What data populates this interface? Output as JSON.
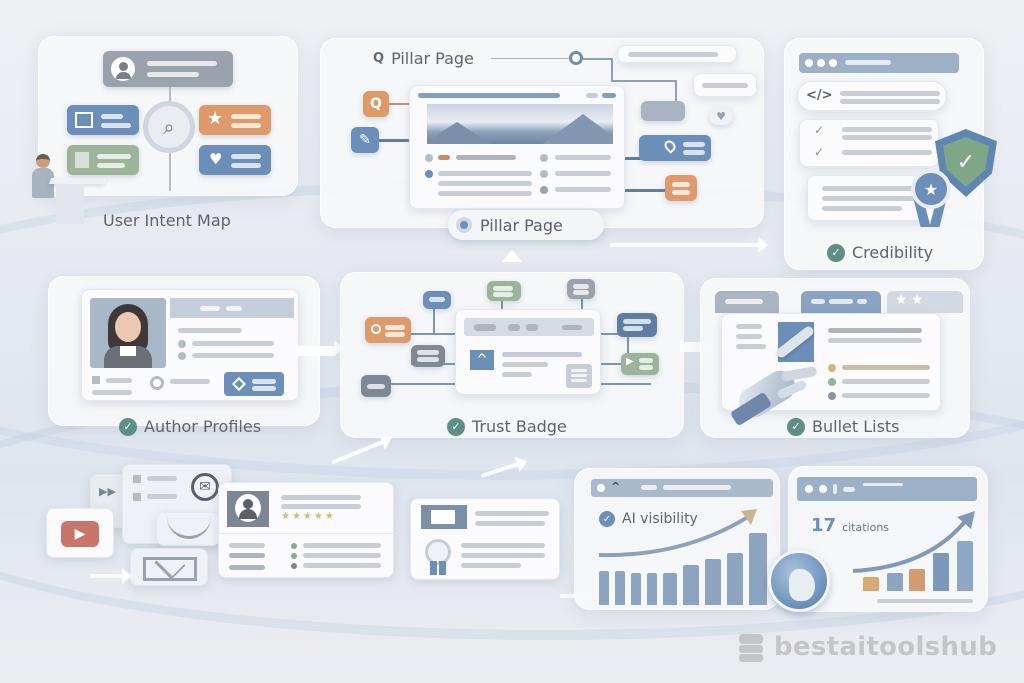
{
  "panels": {
    "user_intent_map": {
      "label": "User Intent Map"
    },
    "pillar_page": {
      "header_label": "Pillar Page",
      "badge_label": "Pillar Page"
    },
    "credibility": {
      "label": "Credibility",
      "code_glyph": "</>"
    },
    "author_profiles": {
      "label": "Author Profiles"
    },
    "trust_badge": {
      "label": "Trust Badge"
    },
    "bullet_lists": {
      "label": "Bullet Lists"
    },
    "ai_visibility": {
      "label": "AI visibility",
      "bars": [
        34,
        34,
        32,
        32,
        32,
        40,
        46,
        52,
        72
      ]
    },
    "citations": {
      "count": "17",
      "label": "citations",
      "bars": [
        {
          "h": 34,
          "color": "#d9a874"
        },
        {
          "h": 44,
          "color": "#8ea3bf"
        },
        {
          "h": 52,
          "color": "#d49a70"
        },
        {
          "h": 84,
          "color": "#7c98bb"
        },
        {
          "h": 110,
          "color": "#8ea7c4"
        }
      ]
    },
    "review_card": {
      "stars": "★★★★★"
    }
  },
  "icons": {
    "search": "🔍",
    "star": "★",
    "heart": "♥",
    "wrench": "🔧",
    "play": "▶",
    "envelope": "✉",
    "check": "✓",
    "chevron_up": "︿"
  },
  "watermark": {
    "text": "bestaitoolshub"
  },
  "colors": {
    "accent_blue": "#6b8fb8",
    "accent_orange": "#de9a6a",
    "accent_green": "#9bb49a",
    "check_green": "#5d8f86"
  }
}
